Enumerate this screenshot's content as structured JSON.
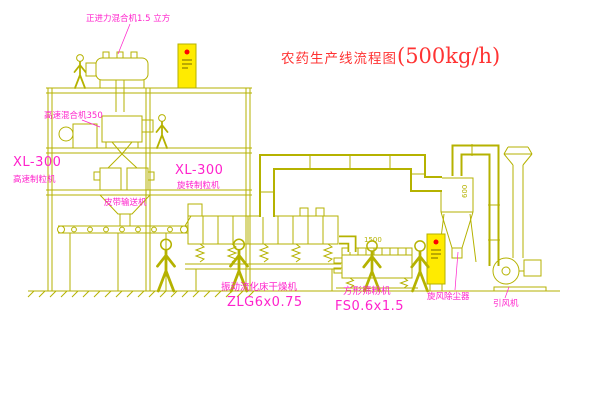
{
  "colors": {
    "line": "#b5b200",
    "label": "#ff22cc",
    "title": "#ff3333",
    "panel_fill": "#ffeb00",
    "panel_dot": "#ff0000",
    "background": "#ffffff"
  },
  "title": {
    "text": "农药生产线流程图",
    "capacity": "(500kg/h)"
  },
  "labels": {
    "top_mixer": "正进力混合机1.5 立方",
    "high_speed_mixer": "高速混合机350",
    "granulator_left_model": "XL-300",
    "granulator_left_name": "高速制粒机",
    "granulator_mid_model": "XL-300",
    "granulator_mid_name": "旋转制粒机",
    "belt_conveyor": "皮带输送机",
    "dryer_name": "振动流化床干燥机",
    "dryer_model": "ZLG6x0.75",
    "sieve_name": "方形筛粉机",
    "sieve_model": "FS0.6x1.5",
    "cyclone_name": "旋风除尘器",
    "fan_name": "引风机"
  },
  "dims": {
    "d600": "600",
    "d1500": "1500"
  }
}
